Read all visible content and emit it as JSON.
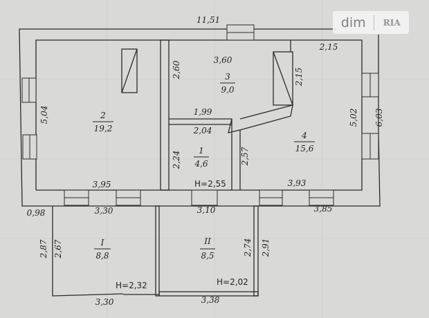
{
  "logo": {
    "brand": "dim",
    "sub": "RIA"
  },
  "rooms": [
    {
      "number": "2",
      "area": "19,2"
    },
    {
      "number": "3",
      "area": "9,0"
    },
    {
      "number": "1",
      "area": "4,6"
    },
    {
      "number": "4",
      "area": "15,6"
    },
    {
      "number": "I",
      "area": "8,8"
    },
    {
      "number": "II",
      "area": "8,5"
    }
  ],
  "dimensions": {
    "top_total": "11,51",
    "left_outer": "5,04",
    "right_inner": "5,02",
    "right_outer": "6,03",
    "top_right": "2,15",
    "room3_width": "3,60",
    "room3_height": "2,60",
    "cabinet": "2,15",
    "corridor_top": "1,99",
    "room1_width": "2,04",
    "room1_left": "2,24",
    "room1_right": "2,57",
    "room2_bottom": "3,95",
    "room4_bottom": "3,93",
    "left_offset": "0,98",
    "outer_bottom_left": "3,30",
    "outer_bottom_mid": "3,10",
    "outer_bottom_right": "3,85",
    "veranda_left_outer": "2,87",
    "veranda_left_inner": "2,67",
    "veranda2_inner": "2,74",
    "veranda2_outer": "2,91",
    "veranda_bottom_left": "3,30",
    "veranda_bottom_right": "3,38"
  },
  "heights": {
    "main": "H=2,55",
    "veranda1": "H=2,32",
    "veranda2": "H=2,02"
  }
}
